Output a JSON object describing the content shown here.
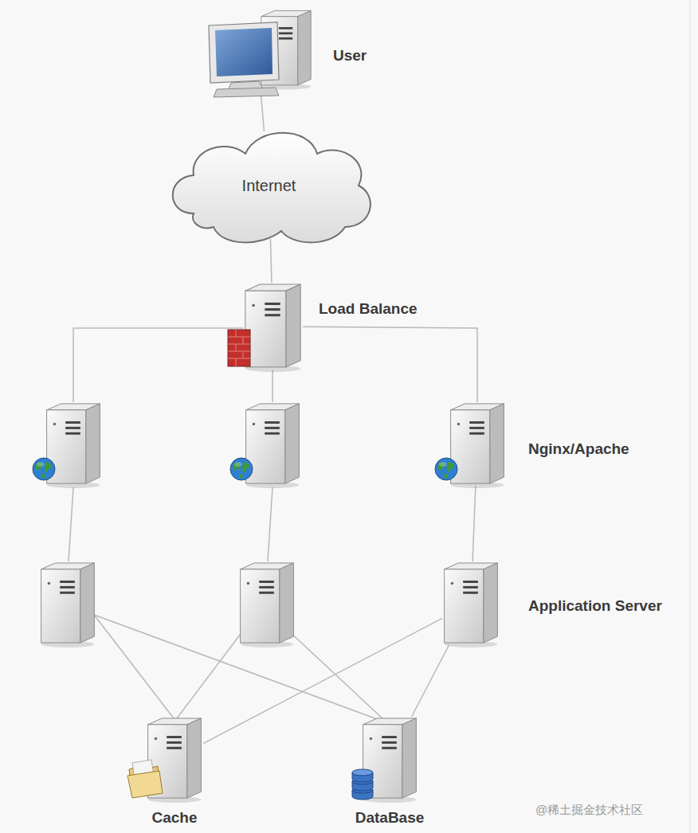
{
  "diagram": {
    "nodes": [
      {
        "text": [
          "User"
        ]
      },
      {
        "text": [
          "Internet"
        ]
      },
      {
        "text": [
          "Load Balance"
        ]
      },
      {
        "text": [
          "Nginx/Apache"
        ]
      },
      {
        "text": [
          "Application Server"
        ]
      },
      {
        "text": [
          "Cache"
        ]
      },
      {
        "text": [
          "DataBase"
        ]
      }
    ],
    "edges": [
      {
        "from": 0,
        "to": 1,
        "arrow": "none"
      },
      {
        "from": 1,
        "to": 2,
        "arrow": "none"
      },
      {
        "from": 2,
        "to": 3,
        "arrow": "none"
      },
      {
        "from": 3,
        "to": 4,
        "arrow": "none"
      },
      {
        "from": 4,
        "to": 5,
        "arrow": "none"
      },
      {
        "from": 4,
        "to": 6,
        "arrow": "none"
      }
    ],
    "labels": [
      "@稀土掘金技术社区"
    ]
  }
}
